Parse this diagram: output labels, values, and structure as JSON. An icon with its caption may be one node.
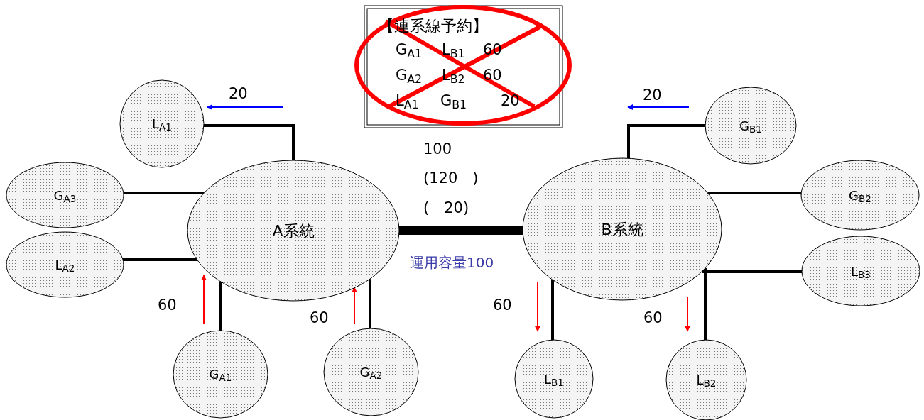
{
  "diagram": {
    "nodes": [
      {
        "text": [
          "A系統"
        ]
      },
      {
        "text": [
          "B系統"
        ]
      },
      {
        "text": [
          "L$_{A1}$"
        ]
      },
      {
        "text": [
          "G$_{A3}$"
        ]
      },
      {
        "text": [
          "L$_{A2}$"
        ]
      },
      {
        "text": [
          "G$_{A1}$"
        ]
      },
      {
        "text": [
          "G$_{A2}$"
        ]
      },
      {
        "text": [
          "G$_{B1}$"
        ]
      },
      {
        "text": [
          "G$_{B2}$"
        ]
      },
      {
        "text": [
          "L$_{B3}$"
        ]
      },
      {
        "text": [
          "L$_{B1}$"
        ]
      },
      {
        "text": [
          "L$_{B2}$"
        ]
      }
    ],
    "edges": [
      {
        "from": 2,
        "to": 0,
        "arrow": "none"
      },
      {
        "from": 3,
        "to": 0,
        "arrow": "none"
      },
      {
        "from": 4,
        "to": 0,
        "arrow": "none"
      },
      {
        "from": 5,
        "to": 0,
        "arrow": "none"
      },
      {
        "from": 6,
        "to": 0,
        "arrow": "none"
      },
      {
        "from": 0,
        "to": 1,
        "arrow": "none",
        "style": "thick"
      },
      {
        "from": 7,
        "to": 1,
        "arrow": "none"
      },
      {
        "from": 8,
        "to": 1,
        "arrow": "none"
      },
      {
        "from": 9,
        "to": 1,
        "arrow": "none"
      },
      {
        "from": 10,
        "to": 1,
        "arrow": "none"
      },
      {
        "from": 11,
        "to": 1,
        "arrow": "none"
      }
    ],
    "labels": [
      "【連系線予約】",
      "G$_{A1}$",
      "L$_{B1}$",
      "60",
      "G$_{A2}$",
      "L$_{B2}$",
      "60",
      "L$_{A1}$",
      "G$_{B1}$",
      "20",
      "20",
      "20",
      "100",
      "(120　)",
      "(　20)",
      "運用容量100",
      "60",
      "60",
      "60",
      "60"
    ]
  }
}
